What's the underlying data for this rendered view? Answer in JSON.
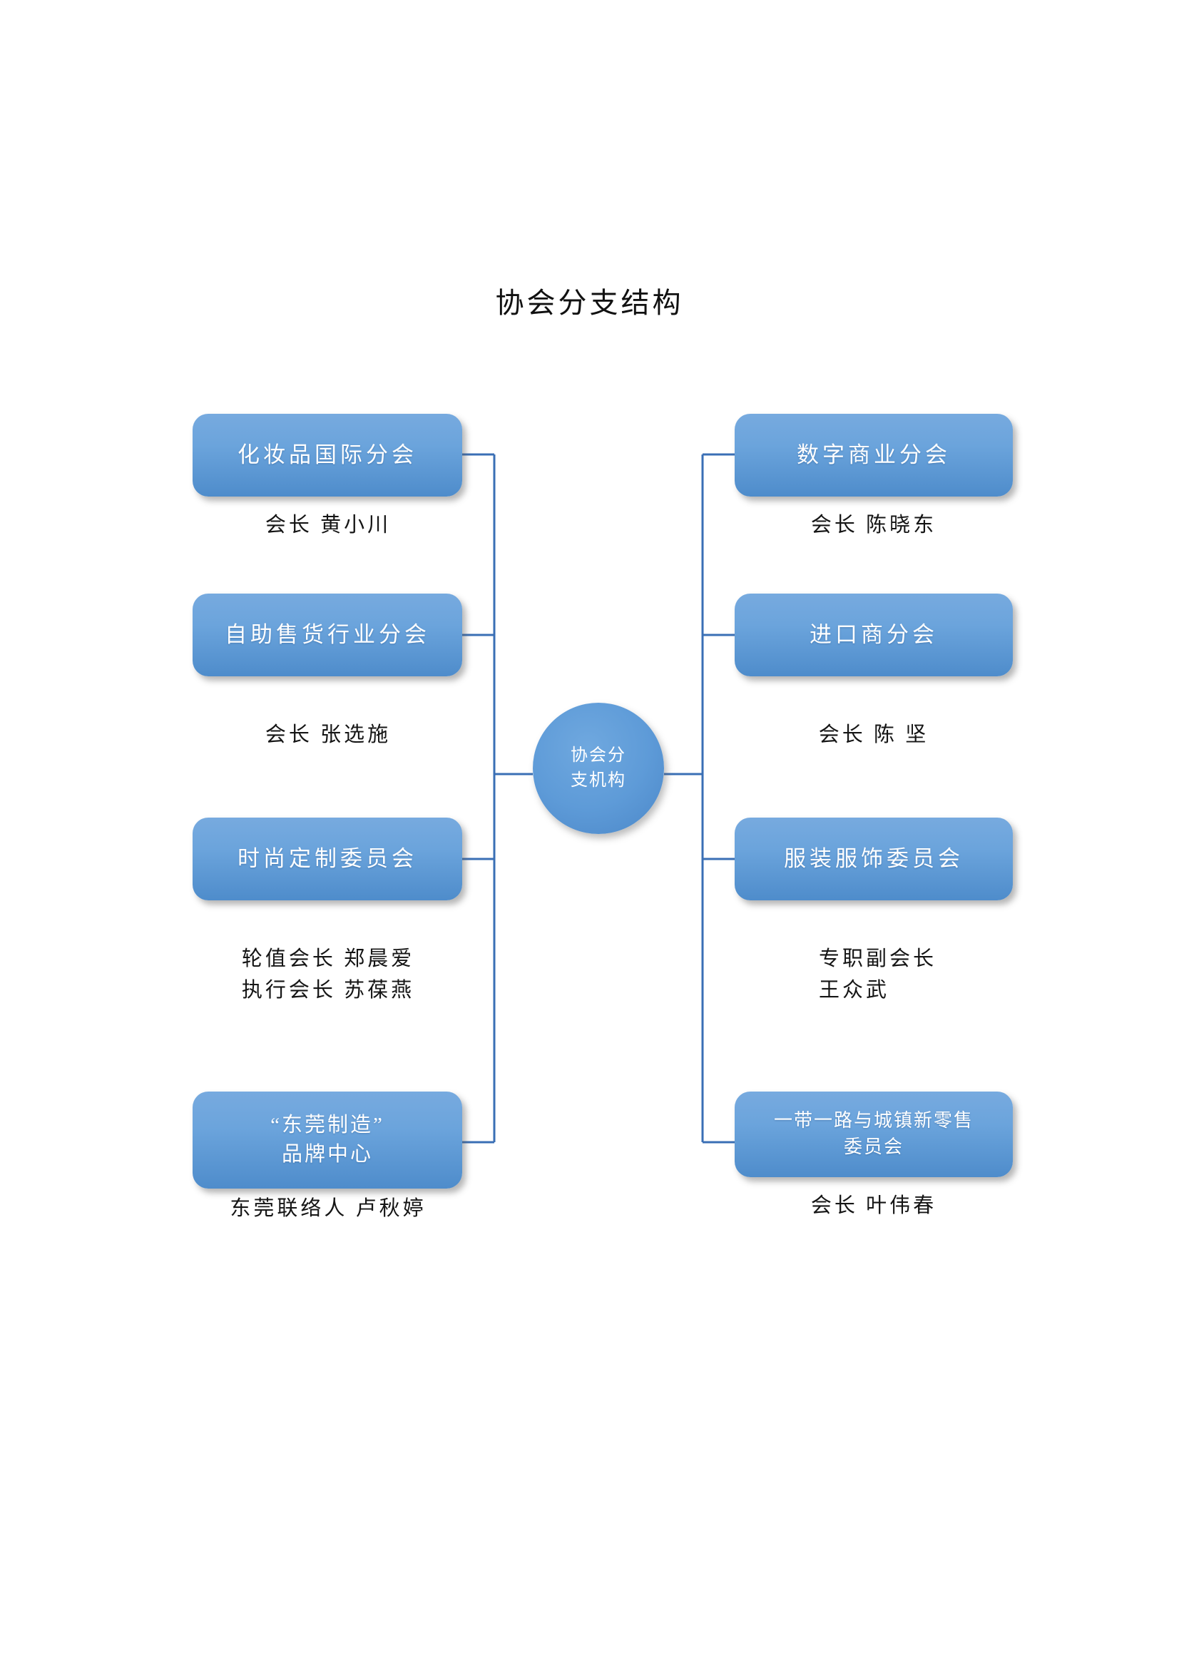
{
  "title": "协会分支结构",
  "colors": {
    "node_fill_top": "#77aadf",
    "node_fill_bottom": "#4e8ccb",
    "hub_fill": "#5e9bd8",
    "connector_line": "#3a6fb5",
    "node_text": "#ffffff",
    "caption_text": "#151515",
    "background": "#ffffff"
  },
  "hub": {
    "label": "协会分\n支机构"
  },
  "left_branches": [
    {
      "id": "cosmetics-international",
      "node_label": "化妆品国际分会",
      "caption": "会长  黄小川"
    },
    {
      "id": "self-service-vending",
      "node_label": "自助售货行业分会",
      "caption": "会长  张选施"
    },
    {
      "id": "fashion-customization",
      "node_label": "时尚定制委员会",
      "caption": "轮值会长  郑晨爱\n执行会长  苏葆燕"
    },
    {
      "id": "dongguan-manufacturing-brand-center",
      "node_label": "“东莞制造”\n品牌中心",
      "caption": "东莞联络人  卢秋婷"
    }
  ],
  "right_branches": [
    {
      "id": "digital-commerce",
      "node_label": "数字商业分会",
      "caption": "会长  陈晓东"
    },
    {
      "id": "importers",
      "node_label": "进口商分会",
      "caption": "会长  陈  坚"
    },
    {
      "id": "apparel-and-accessories",
      "node_label": "服装服饰委员会",
      "caption": "专职副会长\n王众武"
    },
    {
      "id": "belt-road-urban-new-retail",
      "node_label": "一带一路与城镇新零售\n委员会",
      "caption": "会长  叶伟春"
    }
  ]
}
